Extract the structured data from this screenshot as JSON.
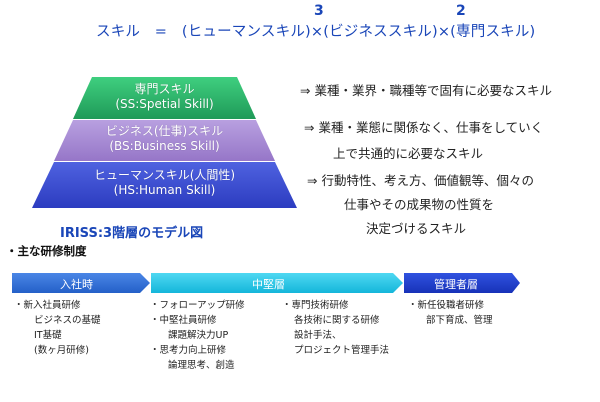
{
  "formula": {
    "text": "スキル　=　(ヒューマンスキル)×(ビジネススキル)×(専門スキル)",
    "exp1": "3",
    "exp2": "2"
  },
  "pyramid": {
    "tiers": [
      {
        "line1": "専門スキル",
        "line2": "(SS:Spetial Skill)",
        "color": "#2db36b"
      },
      {
        "line1": "ビジネス(仕事)スキル",
        "line2": "(BS:Business Skill)",
        "color": "#a98bd6"
      },
      {
        "line1": "ヒューマンスキル(人間性)",
        "line2": "(HS:Human Skill)",
        "color": "#3a4fd0"
      }
    ],
    "caption": "IRISS:3階層のモデル図"
  },
  "descriptions": {
    "d1": "⇒ 業種・業界・職種等で固有に必要なスキル",
    "d2a": "⇒ 業種・業態に関係なく、仕事をしていく",
    "d2b": "上で共通的に必要なスキル",
    "d3a": "⇒ 行動特性、考え方、価値観等、個々の",
    "d3b": "仕事やその成果物の性質を",
    "d3c": "決定づけるスキル"
  },
  "training": {
    "title": "・主な研修制度",
    "bands": {
      "entry": {
        "label": "入社時",
        "color": "#2c6fd6"
      },
      "middle": {
        "label": "中堅層",
        "color": "#1ec8e8"
      },
      "manager": {
        "label": "管理者層",
        "color": "#1a3fd0"
      }
    },
    "col1": [
      "・新入社員研修",
      "ビジネスの基礎",
      "IT基礎",
      "(数ヶ月研修)"
    ],
    "col2": [
      "・フォローアップ研修",
      "・中堅社員研修",
      "課題解決力UP",
      "・思考力向上研修",
      "論理思考、創造"
    ],
    "col3": [
      "・専門技術研修",
      "各技術に関する研修",
      "設計手法、",
      "プロジェクト管理手法"
    ],
    "col4": [
      "・新任役職者研修",
      "部下育成、管理"
    ]
  }
}
